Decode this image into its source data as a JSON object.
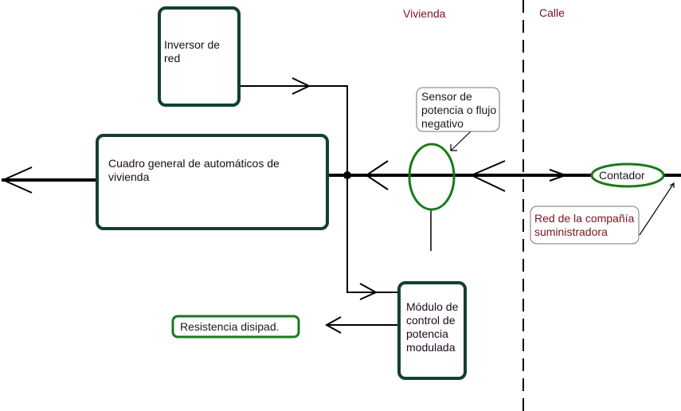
{
  "zones": {
    "left": "Vivienda",
    "right": "Calle"
  },
  "blocks": {
    "inverter": "Inversor de red",
    "panel": "Cuadro general de automáticos de vivienda",
    "control_module": "Módulo de control de potencia modulada"
  },
  "labels": {
    "sensor": "Sensor de potencia o flujo negativo",
    "meter": "Contador",
    "grid": "Red de la compañía suministradora",
    "resistor": "Resistencia disipad."
  },
  "colors": {
    "box_border": "#133f35",
    "green": "#1a7a1a",
    "line": "#000000",
    "zone_text": "#7a1220"
  }
}
